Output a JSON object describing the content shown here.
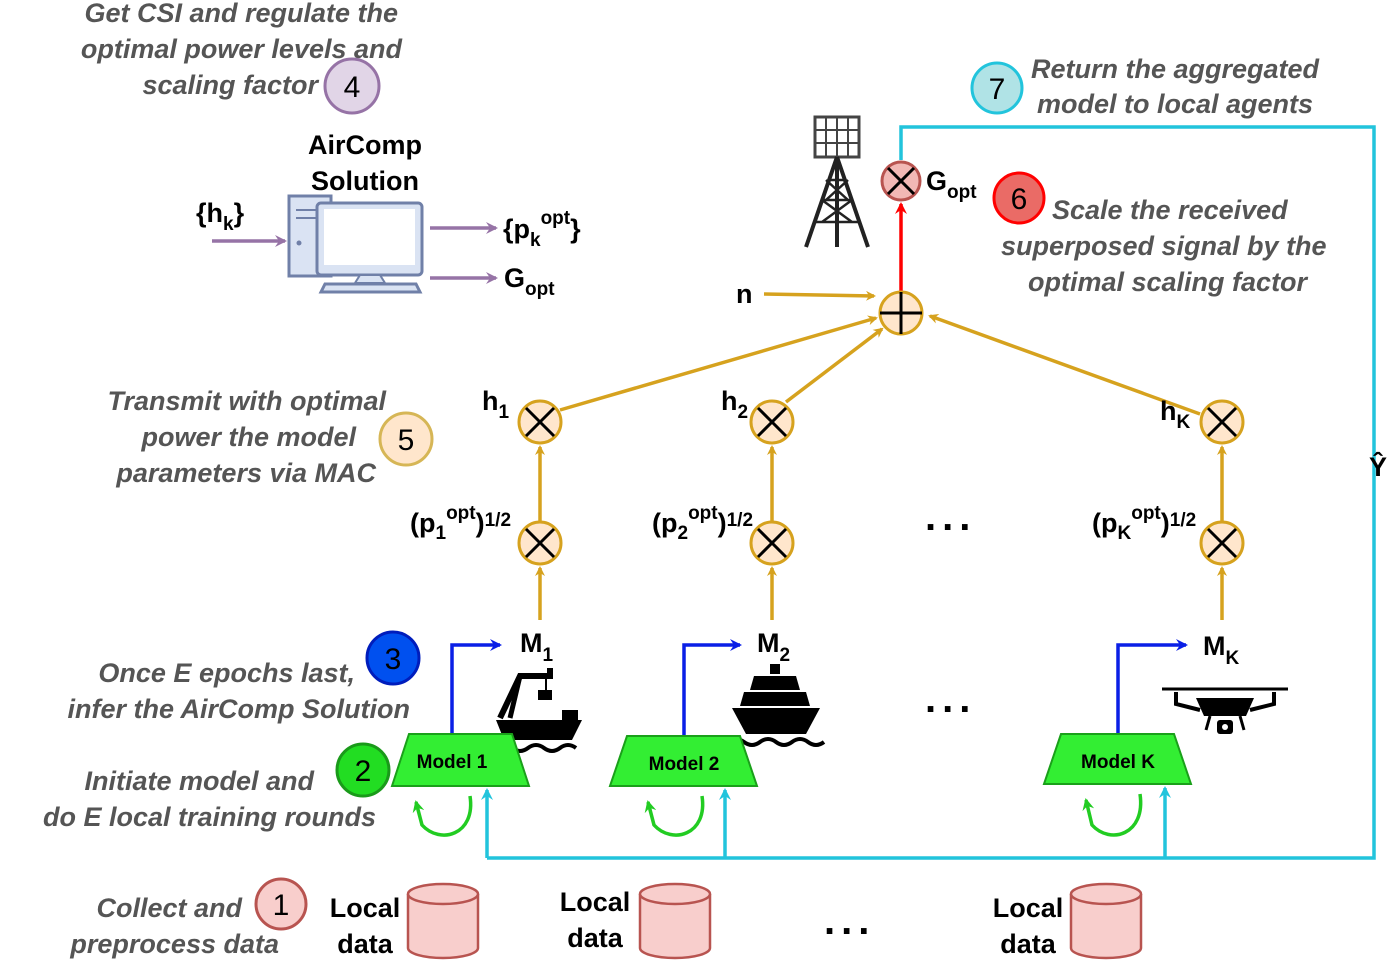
{
  "steps": {
    "s1": {
      "lines": [
        "Collect and",
        "preprocess data"
      ],
      "num": "1"
    },
    "s2": {
      "lines": [
        "Initiate model and",
        "do E local training rounds"
      ],
      "num": "2"
    },
    "s3": {
      "lines": [
        "Once E epochs last,",
        "infer the AirComp Solution"
      ],
      "num": "3"
    },
    "s4": {
      "lines": [
        "Get CSI and regulate the",
        "optimal power levels and",
        "scaling factor"
      ],
      "num": "4"
    },
    "s5": {
      "lines": [
        "Transmit with optimal",
        "power the model",
        "parameters via MAC"
      ],
      "num": "5"
    },
    "s6": {
      "lines": [
        "Scale the received",
        "superposed signal by the",
        "optimal scaling factor"
      ],
      "num": "6"
    },
    "s7": {
      "lines": [
        "Return the aggregated",
        "model to local agents"
      ],
      "num": "7"
    }
  },
  "aircomp": {
    "title_lines": [
      "AirComp",
      "Solution"
    ],
    "input_main": "{h",
    "input_sub": "k",
    "input_close": "}",
    "out1_main": "{p",
    "out1_sub": "k",
    "out1_sup": "opt",
    "out1_close": "}",
    "out2_main": "G",
    "out2_sub": "opt"
  },
  "server": {
    "gain_main": "G",
    "gain_sub": "opt",
    "noise": "n",
    "return_label": "Ŷ"
  },
  "agents": [
    {
      "model": "Model 1",
      "M_main": "M",
      "M_sub": "1",
      "h_main": "h",
      "h_sub": "1",
      "p_open": "(p",
      "p_sub": "1",
      "p_sup": "opt",
      "p_close": ")",
      "p_exp": "1/2",
      "data_lines": [
        "Local",
        "data"
      ],
      "device": "crane-ship-icon"
    },
    {
      "model": "Model 2",
      "M_main": "M",
      "M_sub": "2",
      "h_main": "h",
      "h_sub": "2",
      "p_open": "(p",
      "p_sub": "2",
      "p_sup": "opt",
      "p_close": ")",
      "p_exp": "1/2",
      "data_lines": [
        "Local",
        "data"
      ],
      "device": "cruise-ship-icon"
    },
    {
      "model": "Model K",
      "M_main": "M",
      "M_sub": "K",
      "h_main": "h",
      "h_sub": "K",
      "p_open": "(p",
      "p_sub": "K",
      "p_sup": "opt",
      "p_close": ")",
      "p_exp": "1/2",
      "data_lines": [
        "Local",
        "data"
      ],
      "device": "drone-icon"
    }
  ],
  "ellipsis": "...",
  "colors": {
    "gold": "#d6a21e",
    "cyan": "#22c4dc",
    "blue": "#0a1fe6",
    "purple": "#9673a6",
    "green": "#22cc22",
    "red": "#ff0000"
  }
}
